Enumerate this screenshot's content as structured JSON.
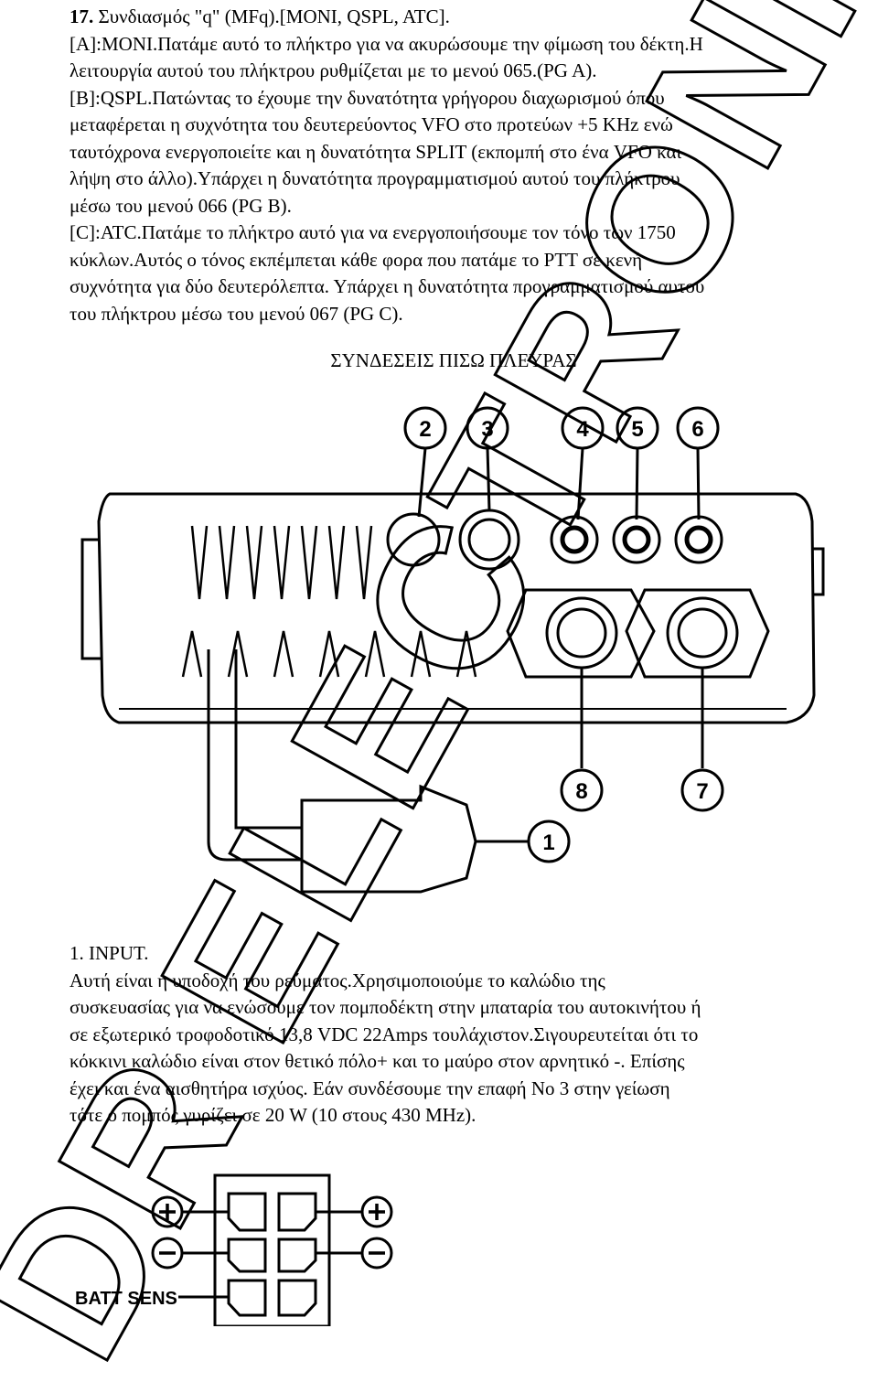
{
  "section_title": {
    "number": "17.",
    "text": " Συνδιασμός \"q\" (MFq).[MONI, QSPL, ATC]."
  },
  "intro_lines": [
    "[A]:MONI.Πατάμε αυτό το πλήκτρο για να ακυρώσουμε την φίμωση του δέκτη.Η",
    "λειτουργία αυτού του πλήκτρου ρυθμίζεται με το μενού 065.(PG A).",
    "[B]:QSPL.Πατώντας το έχουμε την δυνατότητα γρήγορου διαχωρισμού όπου",
    "μεταφέρεται η συχνότητα του δευτερεύοντος VFO στο προτεύων +5 KHz ενώ",
    "ταυτόχρονα ενεργοποιείτε και η δυνατότητα SPLIT (εκπομπή στο ένα VFO και",
    "λήψη στο άλλο).Υπάρχει η δυνατότητα προγραμματισμού αυτού του πλήκτρου",
    "μέσω του μενού 066 (PG B).",
    "[C]:ATC.Πατάμε το πλήκτρο αυτό για να ενεργοποιήσουμε τον τόνο των 1750",
    "κύκλων.Αυτός ο τόνος εκπέμπεται κάθε φορα που πατάμε το PTT σε κενή",
    "συχνότητα για δύο δευτερόλεπτα. Υπάρχει η δυνατότητα προγραμματισμού αυτού",
    "του πλήκτρου μέσω του μενού 067 (PG C)."
  ],
  "rear_heading": "ΣΥΝΔΕΣΕΙΣ ΠΙΣΩ ΠΛΕΥΡΑΣ",
  "callouts": [
    "2",
    "3",
    "4",
    "5",
    "6",
    "8",
    "7",
    "1"
  ],
  "input_lines": [
    "1. INPUT.",
    "Αυτή είναι η υποδοχή του ρεύματος.Χρησιμοποιούμε το καλώδιο της",
    "συσκευασίας για να ενώσουμε τον πομποδέκτη στην μπαταρία του αυτοκινήτου ή",
    "σε εξωτερικό τροφοδοτικό 13,8 VDC  22Amps τουλάχιστον.Σιγουρευτείται ότι το",
    "κόκκινι καλώδιο είναι στον θετικό πόλο+  και το μαύρο στον αρνητικό -. Επίσης",
    "έχει και ένα αισθητήρα ισχύος. Εάν συνδέσουμε την επαφή No 3 στην γείωση",
    "τότε ο πομπός γυρίζει σε 20 W (10 στους 430 MHz)."
  ],
  "connector_label": "BATT SENS",
  "watermark": "DR ELECTRONICS"
}
